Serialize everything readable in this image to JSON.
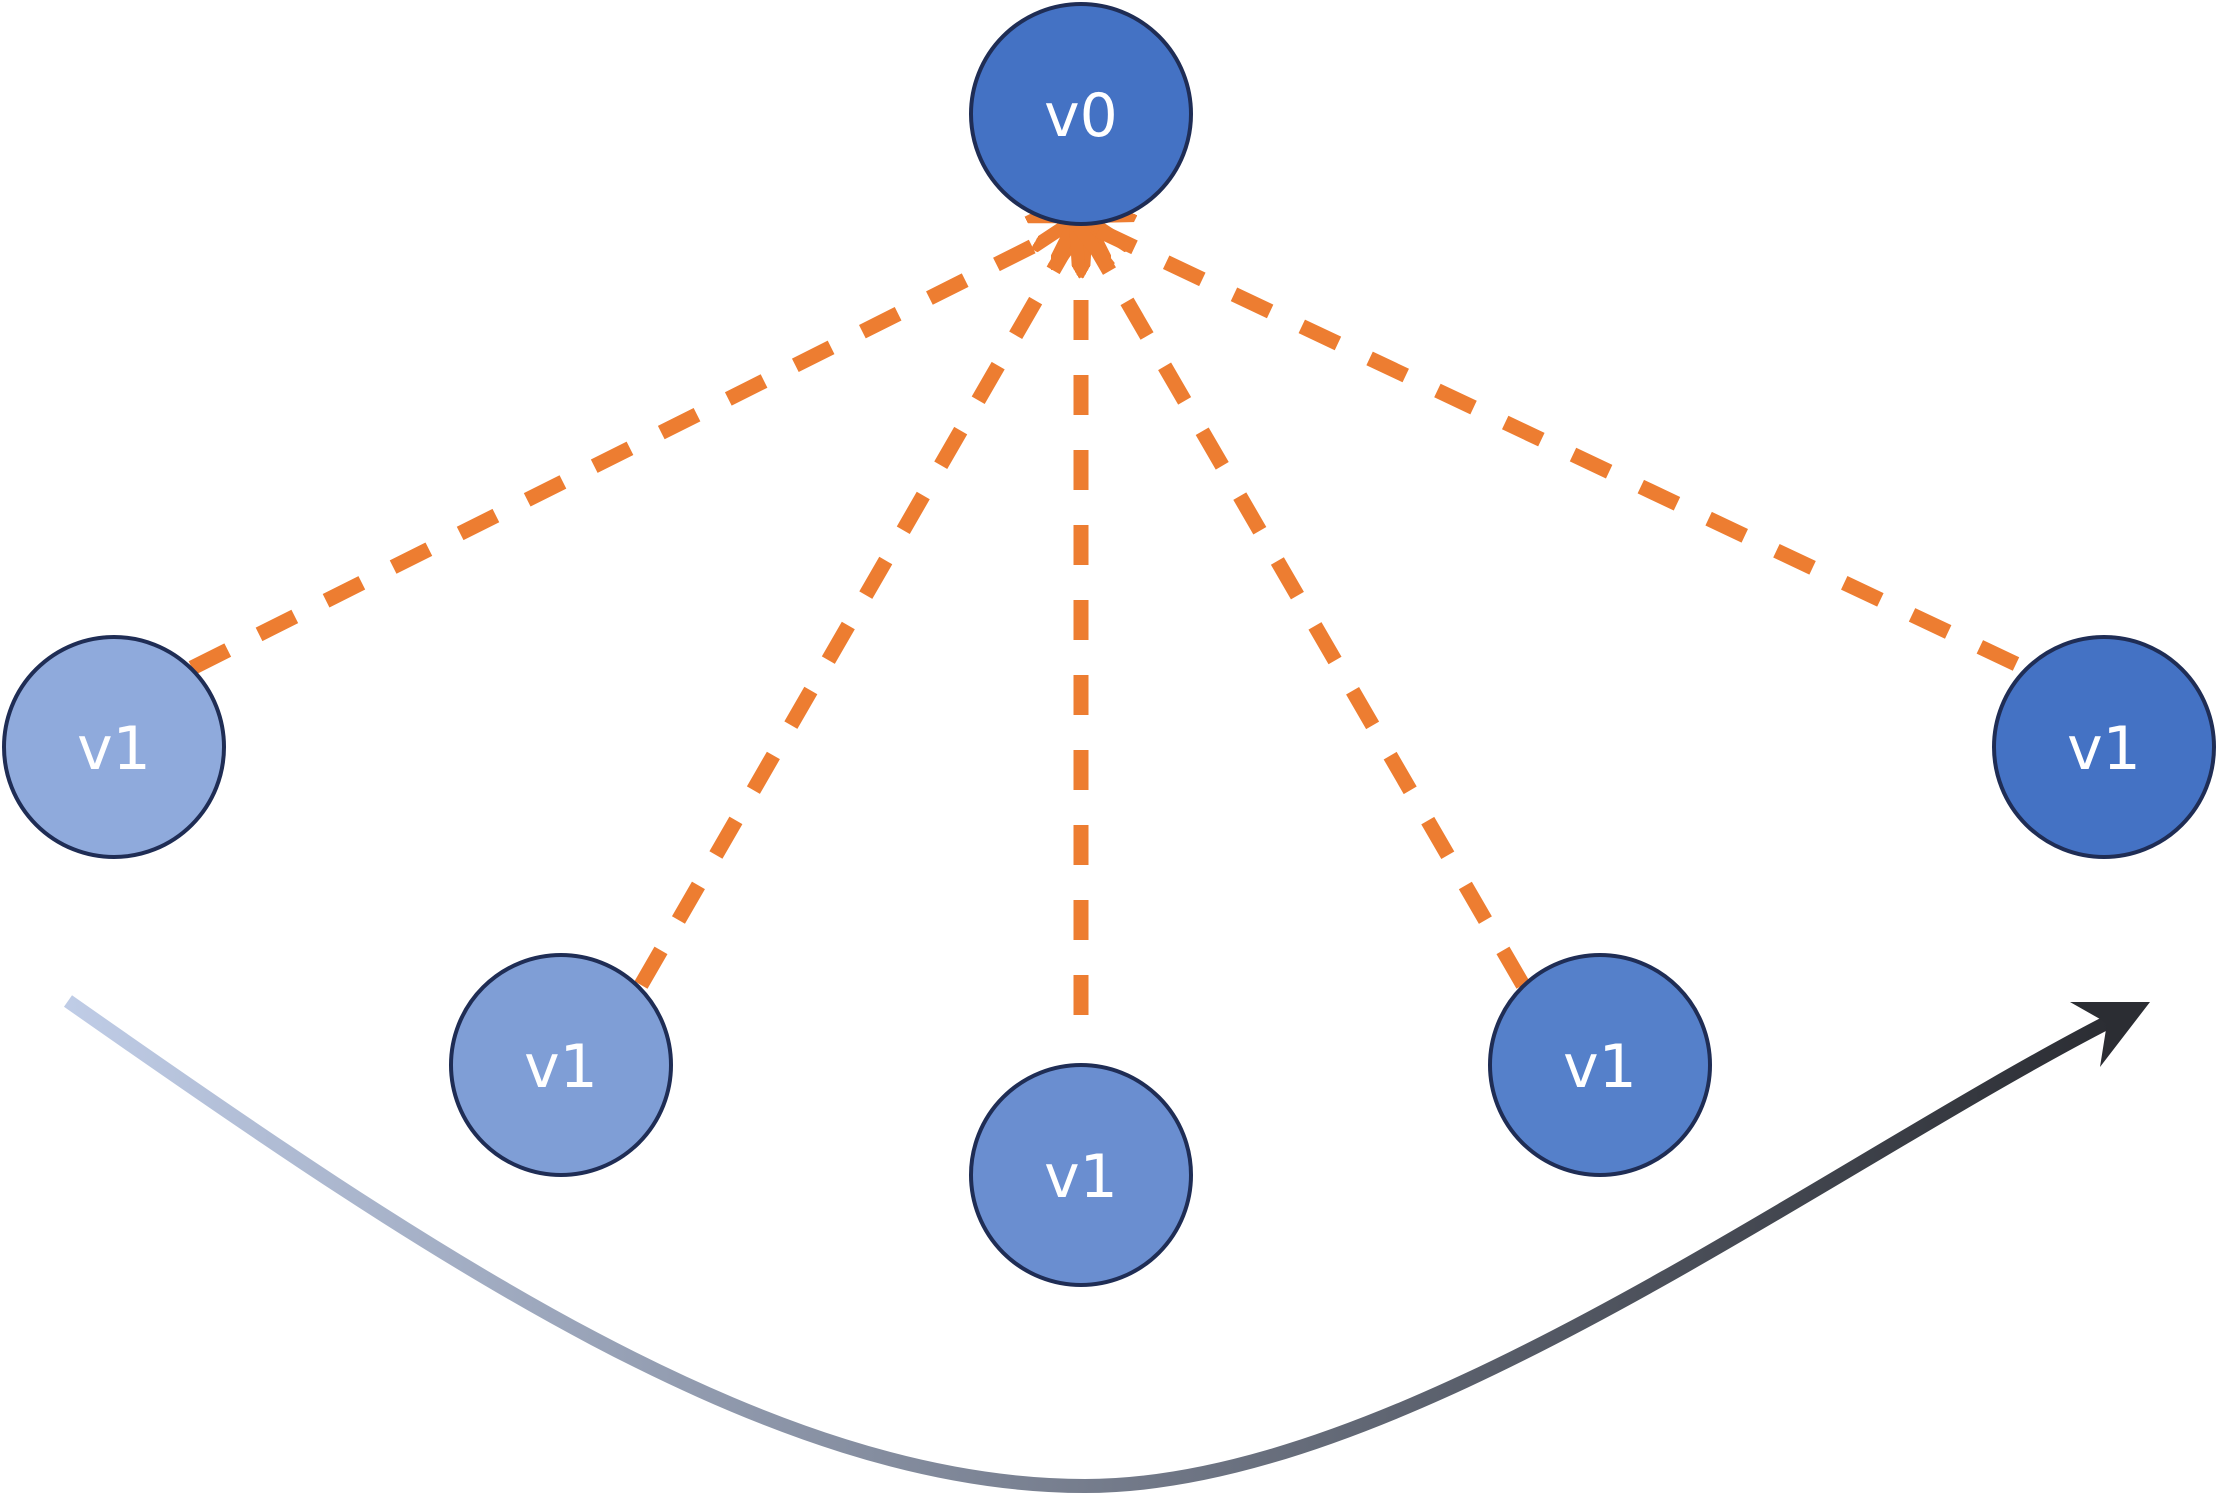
{
  "diagram": {
    "colors": {
      "edge": "#ED7D31",
      "node_outline": "#1F2D55",
      "label_text": "#FFFFFF",
      "arrow_start": "#BFCCE6",
      "arrow_end": "#2B2D33"
    },
    "root": {
      "id": "v0",
      "label": "v0",
      "fill": "#4472C4"
    },
    "children": [
      {
        "id": "child-1",
        "label": "v1",
        "fill": "#8FAADC"
      },
      {
        "id": "child-2",
        "label": "v1",
        "fill": "#7F9ED6"
      },
      {
        "id": "child-3",
        "label": "v1",
        "fill": "#6A8ED0"
      },
      {
        "id": "child-4",
        "label": "v1",
        "fill": "#5580CA"
      },
      {
        "id": "child-5",
        "label": "v1",
        "fill": "#4472C4"
      }
    ],
    "edges": [
      {
        "from": "child-1",
        "to": "v0",
        "style": "dashed"
      },
      {
        "from": "child-2",
        "to": "v0",
        "style": "dashed"
      },
      {
        "from": "child-3",
        "to": "v0",
        "style": "dashed"
      },
      {
        "from": "child-4",
        "to": "v0",
        "style": "dashed"
      },
      {
        "from": "child-5",
        "to": "v0",
        "style": "dashed"
      }
    ],
    "sweep_arrow": {
      "direction": "left-to-right",
      "icon": "curved-arrow-icon"
    }
  }
}
